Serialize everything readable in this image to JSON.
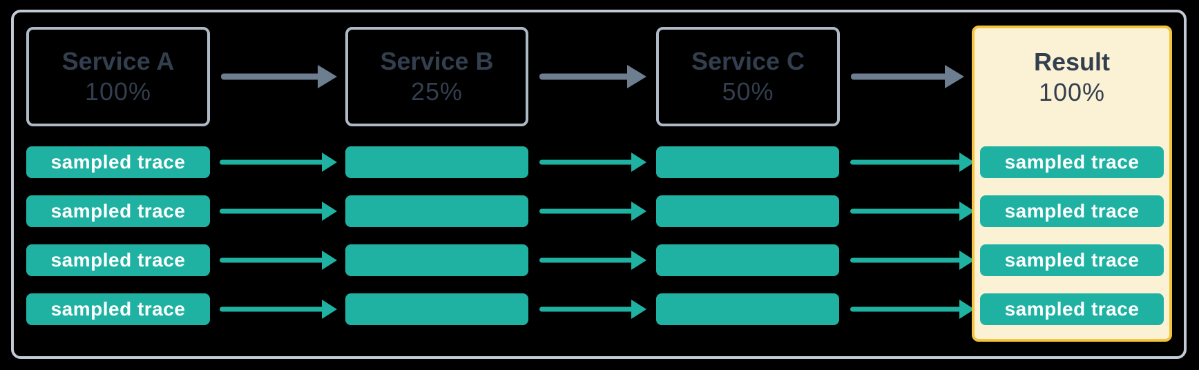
{
  "diagram": {
    "columns": [
      {
        "title": "Service A",
        "percent": "100%"
      },
      {
        "title": "Service B",
        "percent": "25%"
      },
      {
        "title": "Service C",
        "percent": "50%"
      },
      {
        "title": "Result",
        "percent": "100%"
      }
    ],
    "trace_label": "sampled trace",
    "trace_rows": 4,
    "colors": {
      "background": "#000000",
      "frame_border": "#c2cbd5",
      "service_box_border": "#aeb9c6",
      "service_text": "#333f4e",
      "service_arrow_gray": "#6d7e91",
      "trace_teal": "#1fb2a2",
      "trace_text": "#ffffff",
      "result_panel_bg": "#fbf2d5",
      "result_panel_border": "#f3c53d"
    }
  }
}
